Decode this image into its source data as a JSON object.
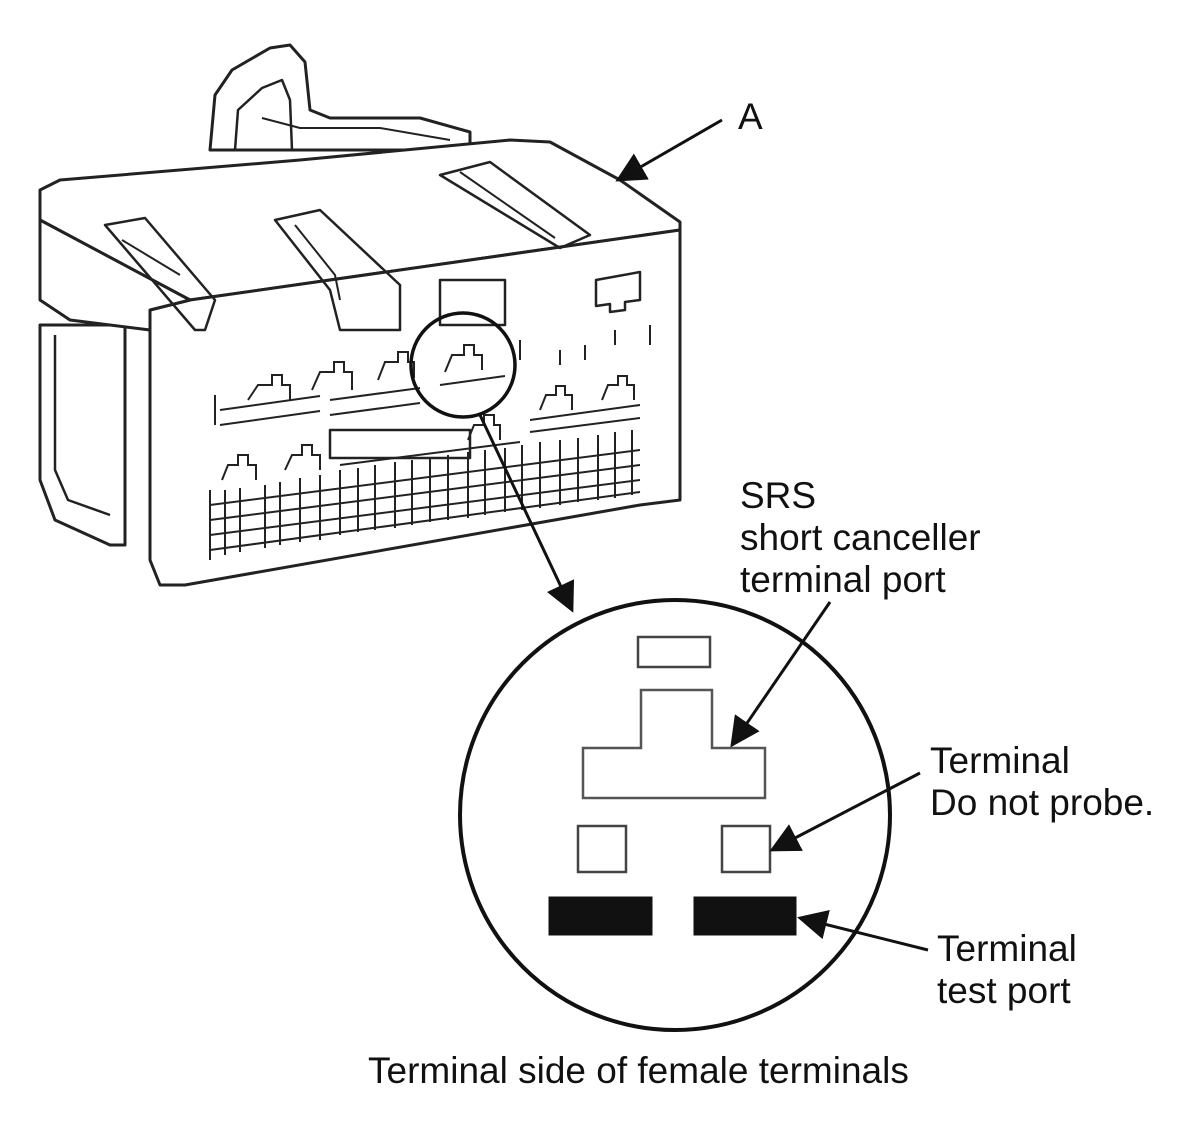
{
  "callout_a": "A",
  "srs_label": {
    "line1": "SRS",
    "line2": "short canceller",
    "line3": "terminal port"
  },
  "terminal_label": {
    "line1": "Terminal",
    "line2": "Do not probe."
  },
  "test_port_label": {
    "line1": "Terminal",
    "line2": "test port"
  },
  "caption": "Terminal side of female terminals",
  "colors": {
    "line": "#222222",
    "fill_dark": "#111111",
    "body_fill": "#ffffff"
  }
}
